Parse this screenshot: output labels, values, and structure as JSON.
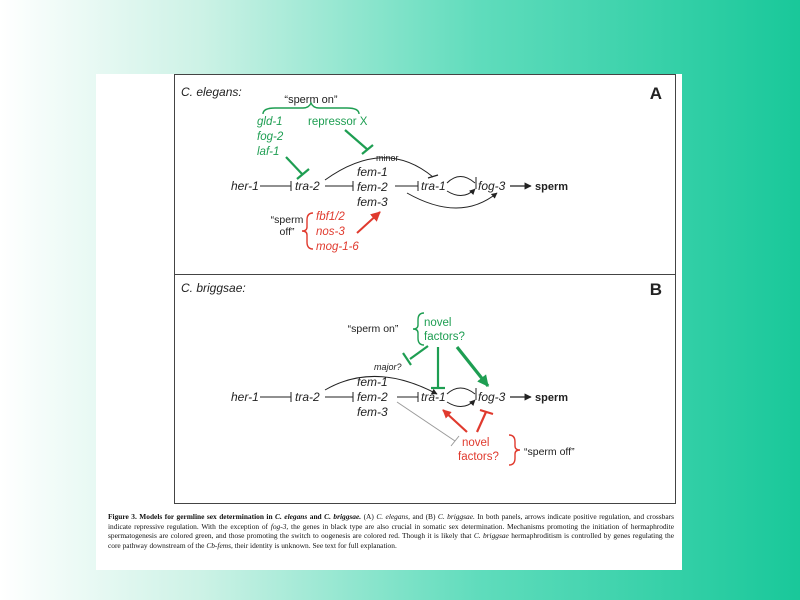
{
  "panel_a": {
    "species": "C. elegans:",
    "letter": "A",
    "sperm_on": "“sperm on”",
    "green_genes": [
      "gld-1",
      "fog-2",
      "laf-1"
    ],
    "repressor": "repressor X",
    "minor": "minor",
    "her1": "her-1",
    "tra2": "tra-2",
    "fem": [
      "fem-1",
      "fem-2",
      "fem-3"
    ],
    "tra1": "tra-1",
    "fog3": "fog-3",
    "sperm": "sperm",
    "sperm_off_1": "“sperm",
    "sperm_off_2": "off”",
    "red_genes": [
      "fbf1/2",
      "nos-3",
      "mog-1-6"
    ]
  },
  "panel_b": {
    "species": "C. briggsae:",
    "letter": "B",
    "sperm_on": "“sperm on”",
    "novel_on_1": "novel",
    "novel_on_2": "factors?",
    "major": "major?",
    "her1": "her-1",
    "tra2": "tra-2",
    "fem": [
      "fem-1",
      "fem-2",
      "fem-3"
    ],
    "tra1": "tra-1",
    "fog3": "fog-3",
    "sperm": "sperm",
    "novel_off_1": "novel",
    "novel_off_2": "factors?",
    "sperm_off": "“sperm off”"
  },
  "caption": {
    "label": "Figure 3. Models for germline sex determination in ",
    "label_sp1": "C. elegans",
    "label_and": " and ",
    "label_sp2": "C. briggsae.",
    "p1": " (A) ",
    "p1_sp": "C. elegans,",
    "p2": " and (B) ",
    "p2_sp": "C. briggsae.",
    "p3": " In both panels, arrows indicate positive regulation, and crossbars indicate repressive regulation. With the exception of ",
    "p3_gene": "fog-3,",
    "p4": " the genes in black type are also crucial in somatic sex determination. Mechanisms promoting the initiation of hermaphrodite spermatogenesis are colored green, and those promoting the switch to oogenesis are colored red. Though it is likely that ",
    "p4_sp": "C. briggsae",
    "p5": " hermaphroditism is controlled by genes regulating the core pathway downstream of the ",
    "p5_gene": "Cb-fems,",
    "p6": " their identity is unknown. See text for full explanation."
  },
  "colors": {
    "green": "#1e9e52",
    "red": "#e03a2e",
    "ink": "#222222"
  }
}
